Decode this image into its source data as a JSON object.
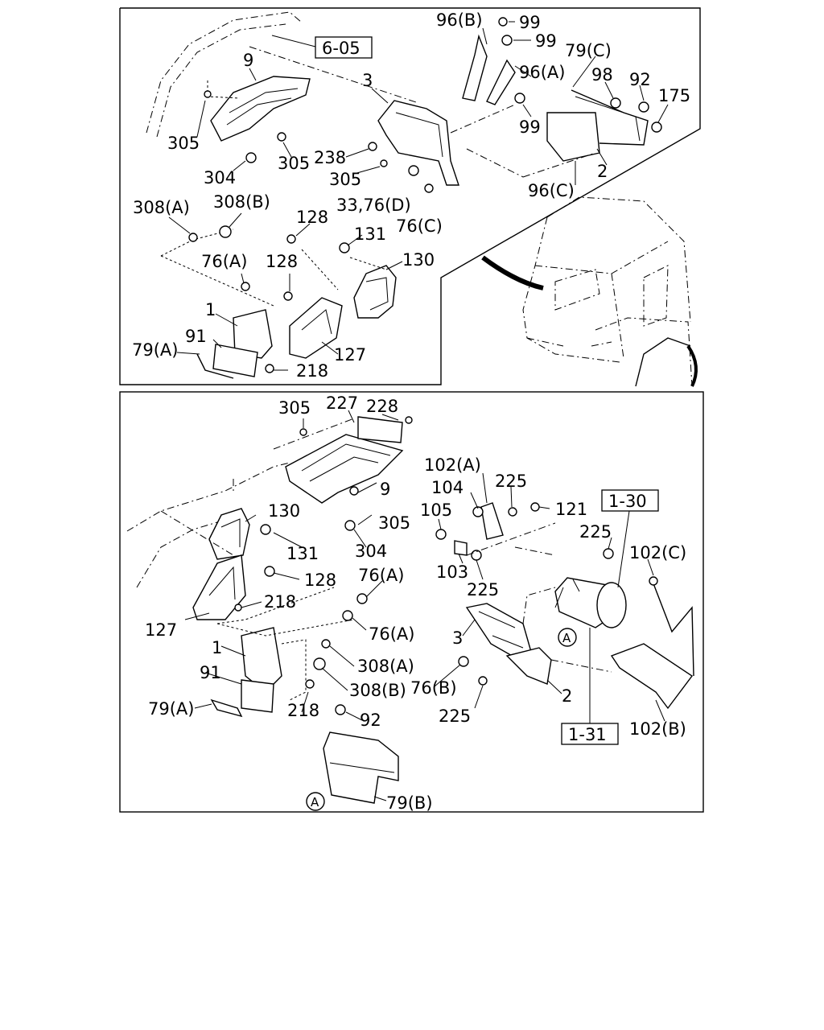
{
  "top_panel": {
    "ref_box": "6-05",
    "labels": {
      "l96b": "96(B)",
      "l99a": "99",
      "l99b": "99",
      "l79c": "79(C)",
      "l96a": "96(A)",
      "l98": "98",
      "l92": "92",
      "l175": "175",
      "l99c": "99",
      "l9": "9",
      "l3": "3",
      "l305a": "305",
      "l305b": "305",
      "l238": "238",
      "l304": "304",
      "l305c": "305",
      "l2": "2",
      "l96c": "96(C)",
      "l33": "33,76(D)",
      "l76c": "76(C)",
      "l308a": "308(A)",
      "l308b": "308(B)",
      "l128a": "128",
      "l131": "131",
      "l130": "130",
      "l76a": "76(A)",
      "l128b": "128",
      "l1": "1",
      "l91": "91",
      "l79a": "79(A)",
      "l127": "127",
      "l218": "218"
    }
  },
  "bottom_panel": {
    "ref_box_1": "1-30",
    "ref_box_2": "1-31",
    "marker_a": "A",
    "labels": {
      "l305a": "305",
      "l227": "227",
      "l228": "228",
      "l9": "9",
      "l305b": "305",
      "l102a": "102(A)",
      "l104": "104",
      "l225a": "225",
      "l130": "130",
      "l105": "105",
      "l121": "121",
      "l225b": "225",
      "l102c": "102(C)",
      "l131": "131",
      "l304": "304",
      "l103": "103",
      "l225c": "225",
      "l128": "128",
      "l76a1": "76(A)",
      "l218a": "218",
      "l127": "127",
      "l76a2": "76(A)",
      "l3": "3",
      "l1": "1",
      "l308a": "308(A)",
      "l91": "91",
      "l76b": "76(B)",
      "l308b": "308(B)",
      "l2": "2",
      "l79a": "79(A)",
      "l218b": "218",
      "l92": "92",
      "l225d": "225",
      "l102b": "102(B)",
      "l79b": "79(B)"
    }
  }
}
